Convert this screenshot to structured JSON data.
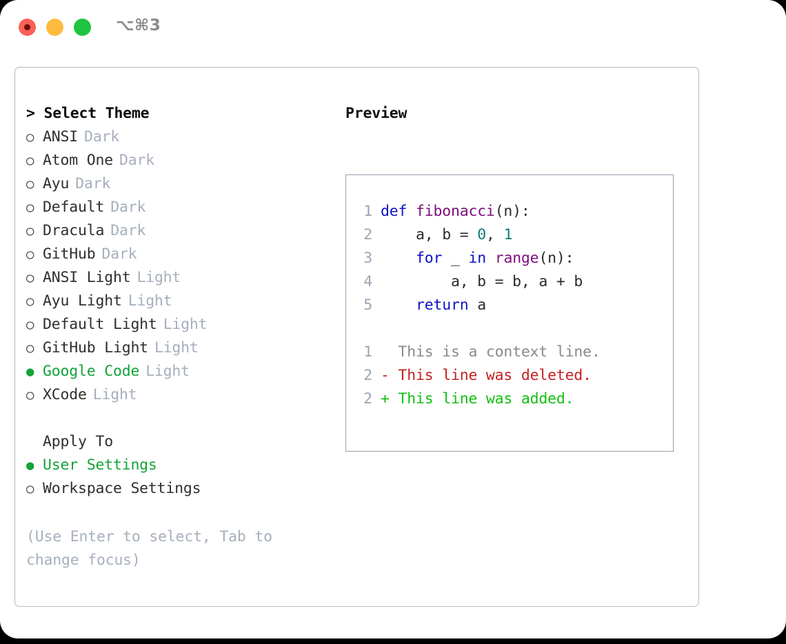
{
  "titlebar": {
    "shortcut": "⌥⌘3",
    "buttons": [
      {
        "name": "close",
        "color": "#fc6058"
      },
      {
        "name": "minimize",
        "color": "#fdbc40"
      },
      {
        "name": "maximize",
        "color": "#1fc440"
      }
    ]
  },
  "colors": {
    "selected_green": "#12a33a",
    "muted": "#a6afbd",
    "keyword": "#0d12c4",
    "function": "#7d0e7d",
    "number": "#0d7b79",
    "plain": "#2b2b2b",
    "diff_context": "#8a8a8a",
    "diff_delete": "#c42020",
    "diff_add": "#11bf11",
    "gutter": "#9aa5b4",
    "panel_border": "#b4b9c2",
    "preview_border": "#97a1b0"
  },
  "theme_selector": {
    "prompt": "> Select Theme",
    "marker_unselected": "○",
    "marker_selected": "●",
    "items": [
      {
        "label": "ANSI",
        "tag": "Dark",
        "selected": false
      },
      {
        "label": "Atom One",
        "tag": "Dark",
        "selected": false
      },
      {
        "label": "Ayu",
        "tag": "Dark",
        "selected": false
      },
      {
        "label": "Default",
        "tag": "Dark",
        "selected": false
      },
      {
        "label": "Dracula",
        "tag": "Dark",
        "selected": false
      },
      {
        "label": "GitHub",
        "tag": "Dark",
        "selected": false
      },
      {
        "label": "ANSI Light",
        "tag": "Light",
        "selected": false
      },
      {
        "label": "Ayu Light",
        "tag": "Light",
        "selected": false
      },
      {
        "label": "Default Light",
        "tag": "Light",
        "selected": false
      },
      {
        "label": "GitHub Light",
        "tag": "Light",
        "selected": false
      },
      {
        "label": "Google Code",
        "tag": "Light",
        "selected": true
      },
      {
        "label": "XCode",
        "tag": "Light",
        "selected": false
      }
    ]
  },
  "apply_to": {
    "heading": "Apply To",
    "items": [
      {
        "label": "User Settings",
        "selected": true
      },
      {
        "label": "Workspace Settings",
        "selected": false
      }
    ]
  },
  "hint": "(Use Enter to select, Tab to change focus)",
  "preview": {
    "title": "Preview",
    "code_lines": [
      {
        "num": "1",
        "tokens": [
          {
            "t": "def ",
            "c": "kw"
          },
          {
            "t": "fibonacci",
            "c": "fn"
          },
          {
            "t": "(n):",
            "c": "pl"
          }
        ]
      },
      {
        "num": "2",
        "tokens": [
          {
            "t": "    a, b = ",
            "c": "pl"
          },
          {
            "t": "0",
            "c": "num"
          },
          {
            "t": ", ",
            "c": "pl"
          },
          {
            "t": "1",
            "c": "num"
          }
        ]
      },
      {
        "num": "3",
        "tokens": [
          {
            "t": "    ",
            "c": "pl"
          },
          {
            "t": "for",
            "c": "kw"
          },
          {
            "t": " _ ",
            "c": "pl"
          },
          {
            "t": "in",
            "c": "kw"
          },
          {
            "t": " ",
            "c": "pl"
          },
          {
            "t": "range",
            "c": "fn"
          },
          {
            "t": "(n):",
            "c": "pl"
          }
        ]
      },
      {
        "num": "4",
        "tokens": [
          {
            "t": "        a, b = b, a + b",
            "c": "pl"
          }
        ]
      },
      {
        "num": "5",
        "tokens": [
          {
            "t": "    ",
            "c": "pl"
          },
          {
            "t": "return",
            "c": "kw"
          },
          {
            "t": " a",
            "c": "pl"
          }
        ]
      }
    ],
    "diff_lines": [
      {
        "num": "1",
        "text": "  This is a context line.",
        "kind": "ctx"
      },
      {
        "num": "2",
        "text": "- This line was deleted.",
        "kind": "del"
      },
      {
        "num": "2",
        "text": "+ This line was added.",
        "kind": "add"
      }
    ]
  }
}
